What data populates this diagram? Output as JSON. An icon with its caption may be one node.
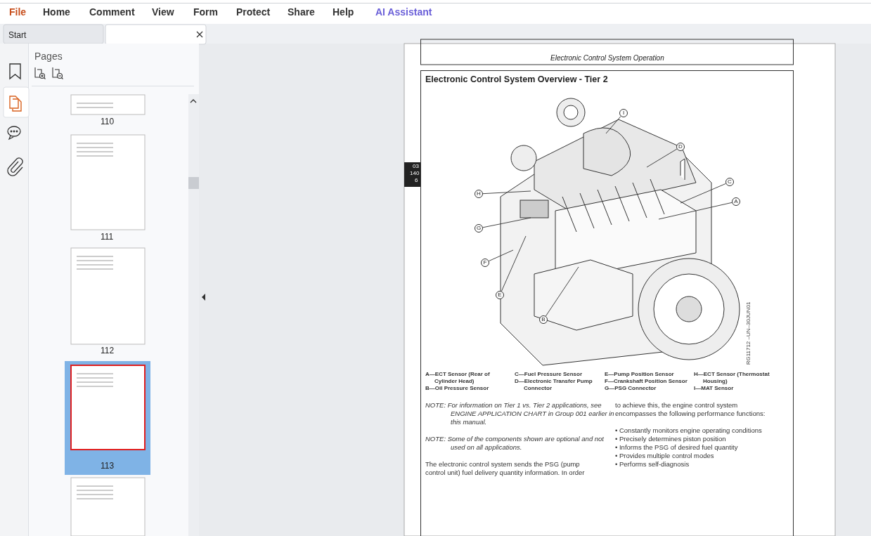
{
  "diagram": {
    "title": "Electronic Control System Overview - Tier 2",
    "nodes": [
      {
        "text": [
          "I"
        ]
      },
      {
        "text": [
          "D"
        ]
      },
      {
        "text": [
          "C"
        ]
      },
      {
        "text": [
          "A"
        ]
      },
      {
        "text": [
          "H"
        ]
      },
      {
        "text": [
          "G"
        ]
      },
      {
        "text": [
          "F"
        ]
      },
      {
        "text": [
          "E"
        ]
      },
      {
        "text": [
          "B"
        ]
      }
    ],
    "edges": [
      {
        "from": 0,
        "to": null,
        "arrow": "none"
      },
      {
        "from": 1,
        "to": null,
        "arrow": "none"
      },
      {
        "from": 2,
        "to": null,
        "arrow": "none"
      },
      {
        "from": 3,
        "to": null,
        "arrow": "none"
      },
      {
        "from": 4,
        "to": null,
        "arrow": "none"
      },
      {
        "from": 5,
        "to": null,
        "arrow": "none"
      },
      {
        "from": 6,
        "to": null,
        "arrow": "none"
      },
      {
        "from": 7,
        "to": null,
        "arrow": "none"
      },
      {
        "from": 8,
        "to": null,
        "arrow": "none"
      }
    ],
    "labels": [
      "File",
      "Home",
      "Comment",
      "View",
      "Form",
      "Protect",
      "Share",
      "Help",
      "AI Assistant",
      "Start",
      "Pages",
      "110",
      "111",
      "112",
      "113",
      "Electronic Control System Operation",
      "03",
      "140",
      "6",
      "RG11712 –UN–30JUN01",
      "A—ECT Sensor (Rear of Cylinder Head)",
      "B—Oil Pressure Sensor",
      "C—Fuel Pressure Sensor",
      "D—Electronic Transfer Pump Connector",
      "E—Pump Position Sensor",
      "F—Crankshaft Position Sensor",
      "G—PSG Connector",
      "H—ECT Sensor (Thermostat Housing)",
      "I—MAT Sensor",
      "NOTE: For information on Tier 1 vs. Tier 2 applications, see ENGINE APPLICATION CHART in Group 001 earlier in this manual.",
      "NOTE: Some of the components shown are optional and not used on all applications.",
      "The electronic control system sends the PSG (pump control unit) fuel delivery quantity information. In order",
      "to achieve this, the engine control system encompasses the following performance functions:",
      "• Constantly monitors engine operating conditions",
      "• Precisely determines piston position",
      "• Informs the PSG of desired fuel quantity",
      "• Provides multiple control modes",
      "• Performs self-diagnosis"
    ]
  }
}
